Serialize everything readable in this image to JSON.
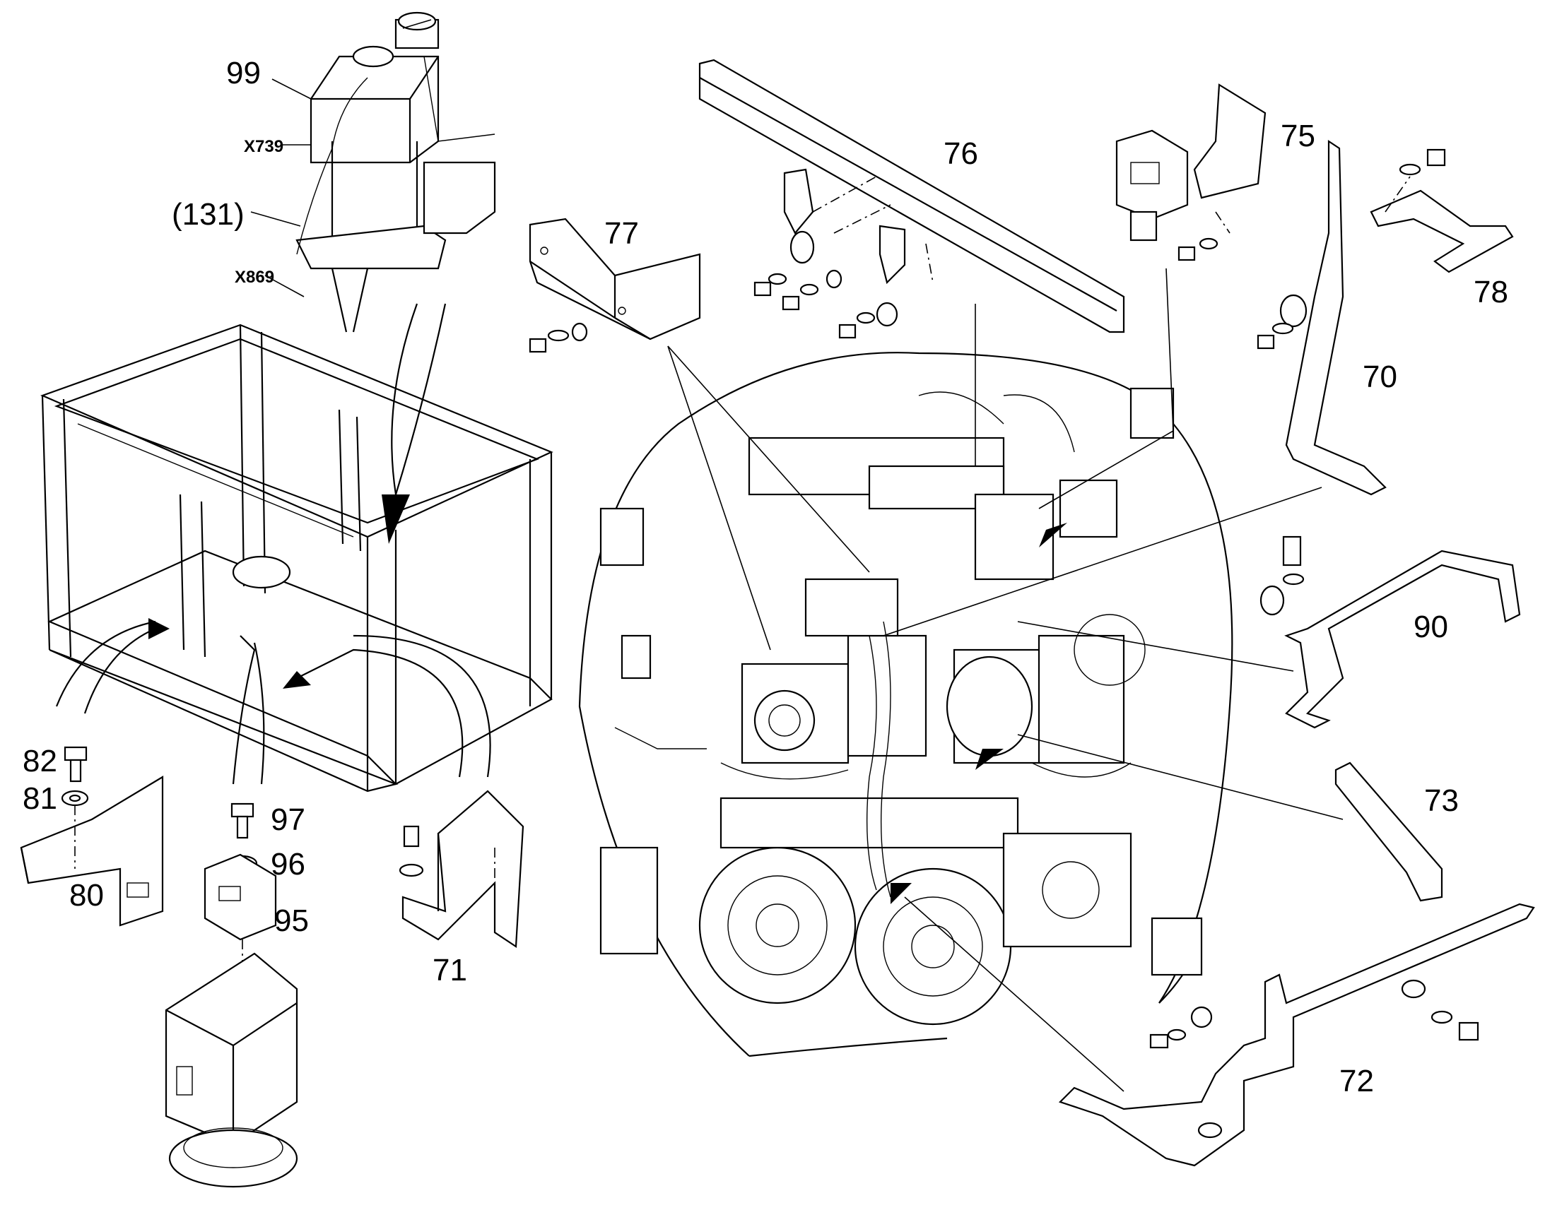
{
  "diagram": {
    "labels": {
      "p99": "99",
      "x739": "X739",
      "p131": "(131)",
      "x869": "X869",
      "p77": "77",
      "p76": "76",
      "p75": "75",
      "p78": "78",
      "p70": "70",
      "p90": "90",
      "p73": "73",
      "p72": "72",
      "p71": "71",
      "p82": "82",
      "p81": "81",
      "p80": "80",
      "p97": "97",
      "p96": "96",
      "p95": "95"
    }
  }
}
